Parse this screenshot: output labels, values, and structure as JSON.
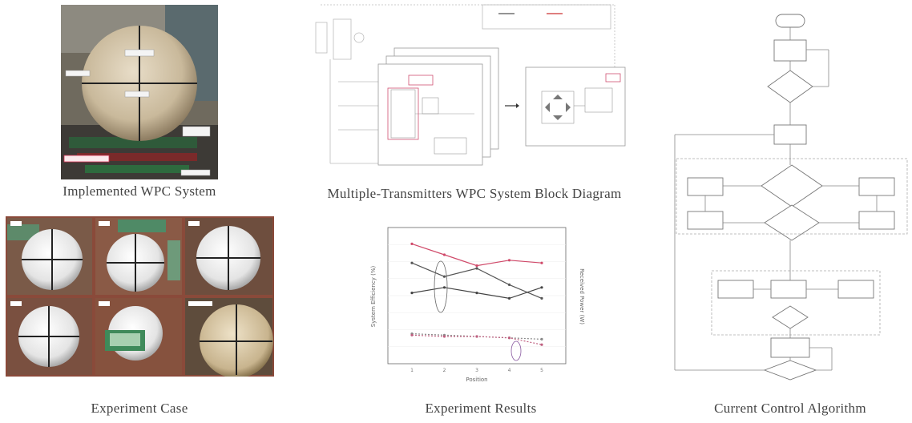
{
  "captions": {
    "implemented": "Implemented WPC System",
    "block_diagram": "Multiple-Transmitters WPC System Block Diagram",
    "flowchart": "Current Control Algorithm",
    "experiment_case": "Experiment Case",
    "experiment_results": "Experiment Results"
  },
  "chart_data": {
    "type": "line",
    "xlabel": "Position",
    "ylabel": "System Efficiency (%)",
    "y2label": "Received Power (W)",
    "categories": [
      "1",
      "2",
      "3",
      "4",
      "5"
    ],
    "series": [
      {
        "name": "",
        "color": "#d04a6a",
        "values": [
          88,
          80,
          72,
          76,
          74
        ]
      },
      {
        "name": "",
        "color": "#555555",
        "values": [
          74,
          64,
          70,
          58,
          48
        ]
      },
      {
        "name": "",
        "color": "#444444",
        "values": [
          52,
          56,
          52,
          48,
          56
        ]
      },
      {
        "name": "",
        "color": "#8a8a8a",
        "values": [
          22,
          21,
          20,
          19,
          18
        ]
      },
      {
        "name": "",
        "color": "#c06080",
        "values": [
          21,
          20,
          20,
          19,
          14
        ]
      }
    ],
    "ylim": [
      0,
      100
    ]
  }
}
